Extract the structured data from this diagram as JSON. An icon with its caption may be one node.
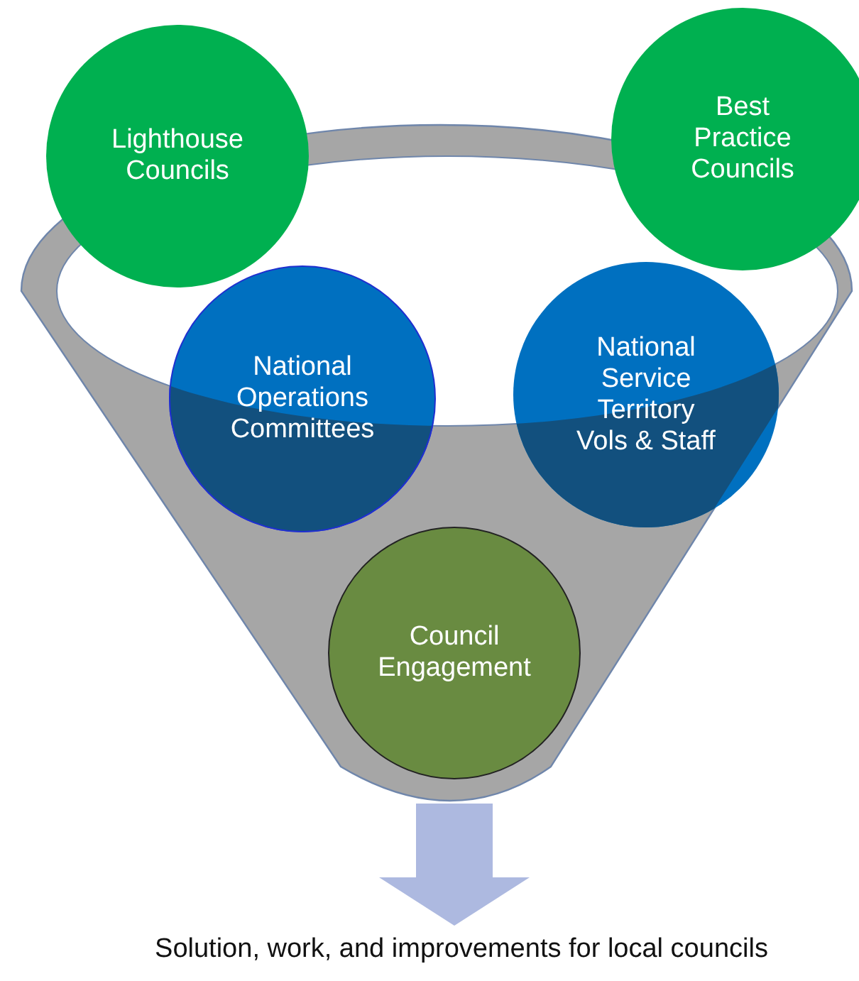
{
  "diagram": {
    "nodes": [
      {
        "text": [],
        "shape": "funnel"
      },
      {
        "text": [
          "Lighthouse Councils"
        ]
      },
      {
        "text": [
          "Best Practice Councils"
        ]
      },
      {
        "text": [
          "National Operations Committees"
        ],
        "in": 0
      },
      {
        "text": [
          "National Service Territory Vols & Staff"
        ],
        "in": 0
      },
      {
        "text": [
          "Council Engagement"
        ],
        "in": 0
      },
      {
        "text": [
          "Solution, work, and improvements for local councils"
        ]
      }
    ],
    "edges": [
      {
        "from": 0,
        "to": 6,
        "arrow": "to"
      }
    ]
  }
}
